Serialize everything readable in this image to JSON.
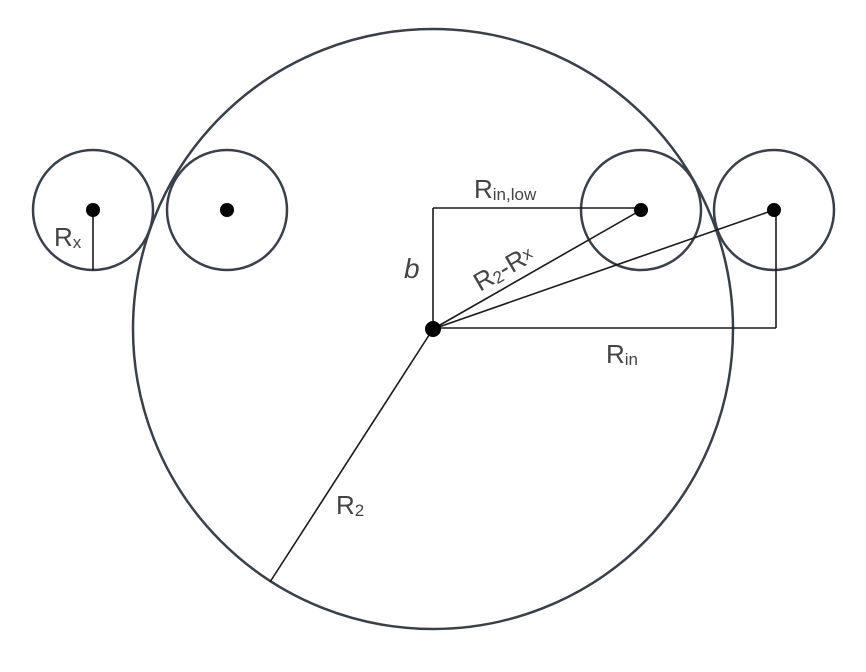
{
  "diagram": {
    "colors": {
      "circle_stroke": "#3a4049",
      "line": "#1a1a1a",
      "text": "#444444",
      "dot": "#000000"
    },
    "labels": {
      "rx": {
        "main": "R",
        "sub": "x"
      },
      "b": "b",
      "r2rx": {
        "r1": "R",
        "s1": "2",
        "dash": "-",
        "r2": "R",
        "s2": "x"
      },
      "rinlow": {
        "main": "R",
        "sub": "in,low"
      },
      "rin": {
        "main": "R",
        "sub": "in"
      },
      "r2": {
        "main": "R",
        "sub": "2"
      }
    }
  }
}
